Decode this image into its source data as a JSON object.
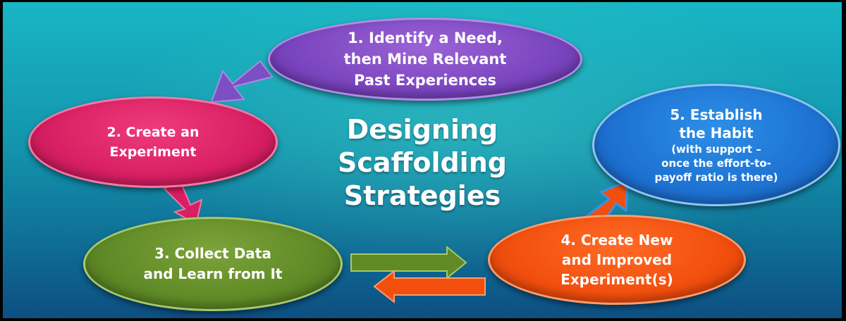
{
  "diagram": {
    "title_lines": [
      "Designing",
      "Scaffolding",
      "Strategies"
    ],
    "steps": [
      {
        "id": "step-1",
        "lines": [
          "1. Identify a Need,",
          "then Mine Relevant",
          "Past Experiences"
        ],
        "color": "#7b45bf"
      },
      {
        "id": "step-2",
        "lines": [
          "2. Create an",
          "Experiment"
        ],
        "color": "#d81f63"
      },
      {
        "id": "step-3",
        "lines": [
          "3. Collect Data",
          "and Learn from It"
        ],
        "color": "#5f8a26"
      },
      {
        "id": "step-4",
        "lines": [
          "4. Create New",
          "and Improved",
          "Experiment(s)"
        ],
        "color": "#f24f0e"
      },
      {
        "id": "step-5",
        "lines": [
          "5.  Establish",
          "the Habit"
        ],
        "sub_lines": [
          "(with support –",
          "once the effort-to-",
          "payoff ratio is there)"
        ],
        "color": "#1d72d2"
      }
    ],
    "arrow_colors": {
      "purple": "#7c4fc4",
      "pink": "#d81f63",
      "green": "#5f8a26",
      "orange": "#f24f0e"
    }
  }
}
